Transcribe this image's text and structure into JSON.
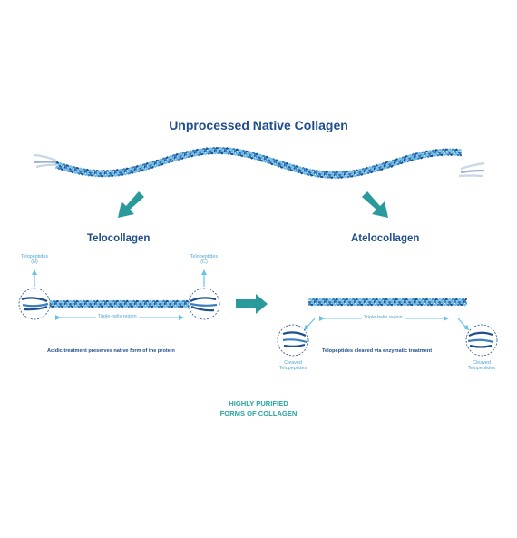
{
  "title": "Unprocessed Native Collagen",
  "telo": {
    "heading": "Telocollagen",
    "label_n": "Telopeptides\n(N)",
    "label_c": "Telopeptides\n(C)",
    "region": "Triple-helix region",
    "note": "Acidic treatment preserves native form of the protein"
  },
  "atelo": {
    "heading": "Atelocollagen",
    "region": "Triple-helix region",
    "cleaved_left": "Cleaved\nTelopeptides",
    "cleaved_right": "Cleaved\nTelopeptides",
    "note": "Telopeptides cleaved via enzymatic treatment"
  },
  "footer": {
    "line1": "HIGHLY PURIFIED",
    "line2": "FORMS OF COLLAGEN"
  },
  "colors": {
    "dark_strand": "#1f4e8c",
    "mid_strand": "#3a7fc1",
    "light_strand": "#6cc0e8",
    "arrow_teal": "#2a9a9c",
    "label_blue": "#4fa6d8"
  }
}
